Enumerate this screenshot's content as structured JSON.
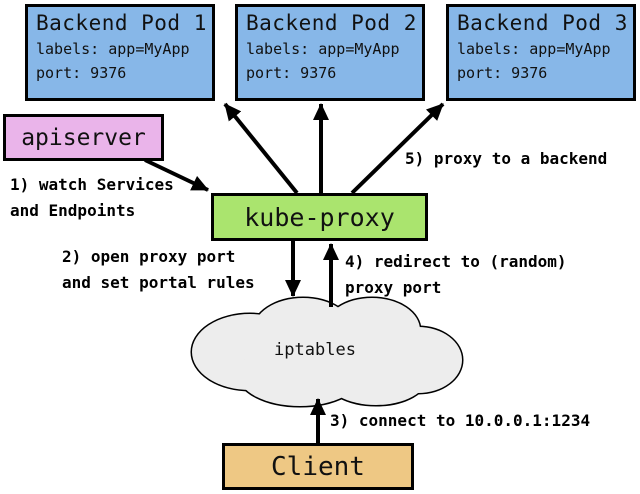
{
  "colors": {
    "pod_fill": "#87b7e8",
    "apiserver_fill": "#eab4ea",
    "kube_proxy_fill": "#aae46e",
    "client_fill": "#eec884",
    "cloud_fill": "#ededed",
    "line": "#000000"
  },
  "pods": [
    {
      "title": "Backend Pod 1",
      "labels": "labels: app=MyApp",
      "port": "port: 9376"
    },
    {
      "title": "Backend Pod 2",
      "labels": "labels: app=MyApp",
      "port": "port: 9376"
    },
    {
      "title": "Backend Pod 3",
      "labels": "labels: app=MyApp",
      "port": "port: 9376"
    }
  ],
  "nodes": {
    "apiserver": "apiserver",
    "kube_proxy": "kube-proxy",
    "iptables": "iptables",
    "client": "Client"
  },
  "steps": {
    "step1": [
      "1) watch Services",
      "and Endpoints"
    ],
    "step2": [
      "2) open proxy port",
      "and set portal rules"
    ],
    "step3": "3) connect to 10.0.0.1:1234",
    "step4": [
      "4) redirect to (random)",
      "proxy port"
    ],
    "step5": "5) proxy to a backend"
  }
}
